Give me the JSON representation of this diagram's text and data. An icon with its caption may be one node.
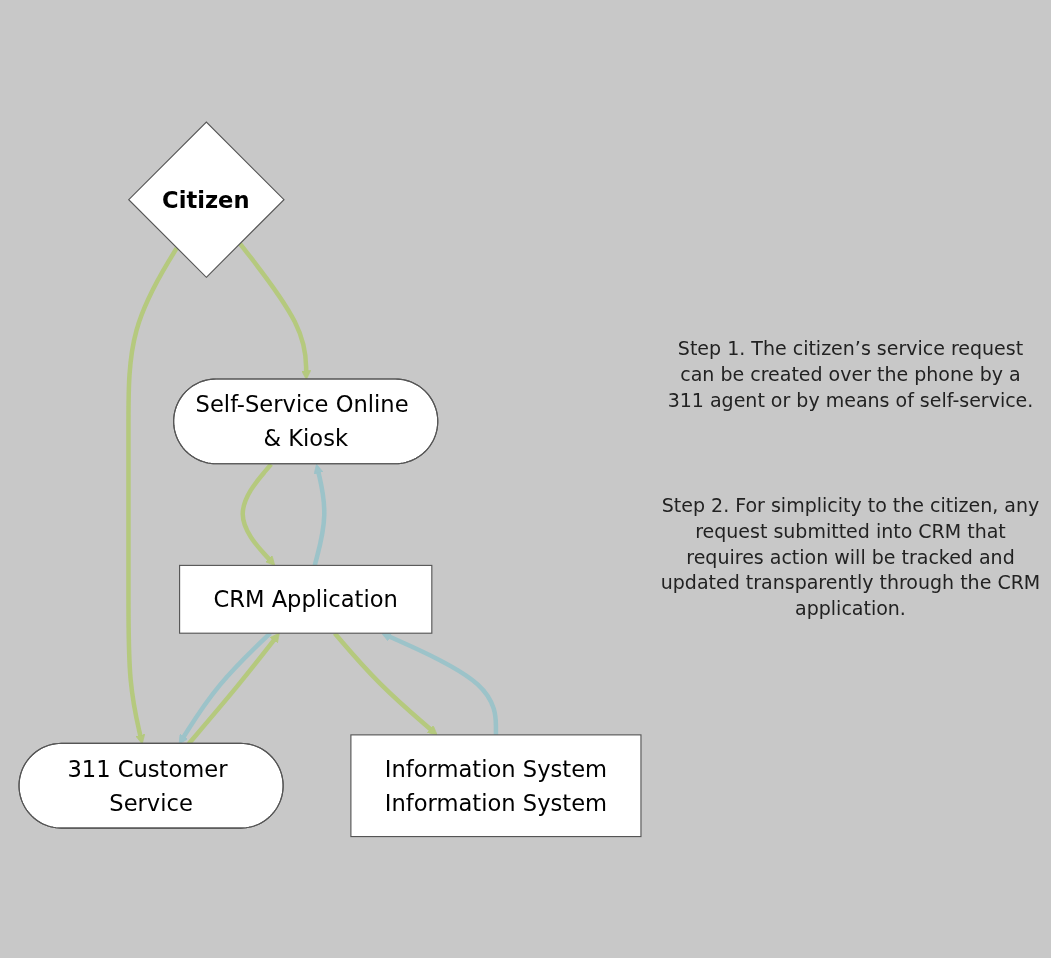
{
  "diagram": {
    "nodes": [
      {
        "text": [
          "Citizen"
        ]
      },
      {
        "text": [
          "Self-Service Online & Kiosk"
        ]
      },
      {
        "text": [
          "311 Customer Service"
        ]
      },
      {
        "text": [
          "CRM Application"
        ]
      },
      {
        "text": [
          "Information System",
          "Information System"
        ]
      }
    ],
    "edges": [
      {
        "from": 0,
        "to": 1,
        "arrow": "to"
      },
      {
        "from": 0,
        "to": 2,
        "arrow": "to"
      },
      {
        "from": 3,
        "to": 1,
        "arrow": "to",
        "color": "#9cc3c9"
      },
      {
        "from": 1,
        "to": 3,
        "arrow": "to"
      },
      {
        "from": 2,
        "to": 3,
        "arrow": "to"
      },
      {
        "from": 3,
        "to": 2,
        "arrow": "to",
        "color": "#9cc3c9"
      },
      {
        "from": 4,
        "to": 3,
        "arrow": "to",
        "color": "#9cc3c9"
      },
      {
        "from": 3,
        "to": 4,
        "arrow": "to"
      }
    ],
    "labels": [
      "Step 1. The citizen’s service request can be created over the phone by a 311 agent or by means of self-service.",
      "Step 2. For simplicity to the citizen, any request submitted into CRM that requires action will be tracked and updated transparently through the CRM application."
    ]
  }
}
